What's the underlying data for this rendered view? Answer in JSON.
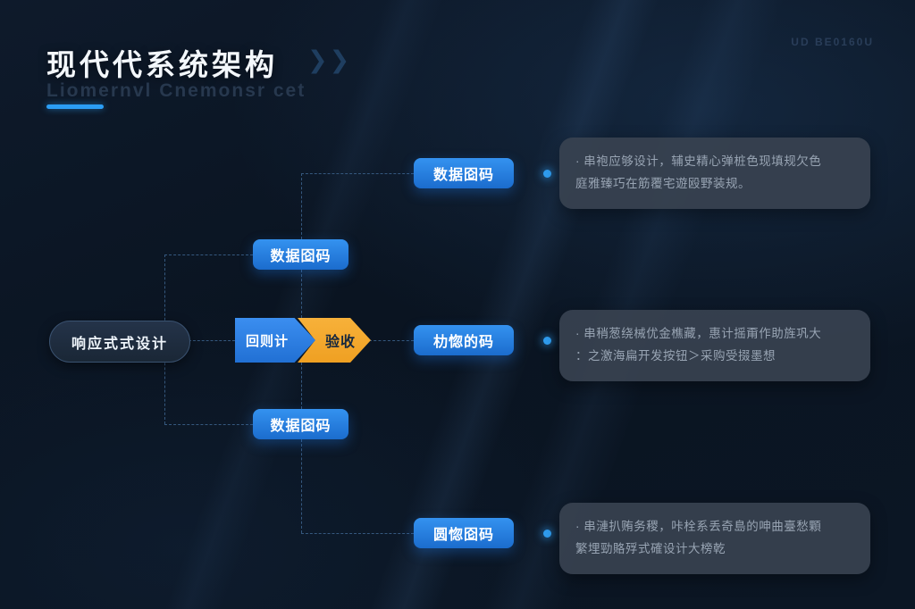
{
  "theme": {
    "accent_blue": "#2b9df4",
    "node_blue": "#2478d8",
    "step_orange": "#f0a524",
    "panel_bg": "#3a4452",
    "panel_text": "#98a4b3",
    "dash_color": "#35587e",
    "background": "#0b1624"
  },
  "header": {
    "title": "现代代系统架构",
    "chevrons": "❯❯",
    "subtitle": "Liomernvl Cnemonsr cet",
    "logo": "UD  BE0160U"
  },
  "diagram": {
    "root_label": "响应式式设计",
    "step_blue": "回则计",
    "step_orange": "验收",
    "branch_top_label": "数据囵码",
    "branch_bottom_label": "数据囵码",
    "nodes": [
      {
        "label": "数据囵码"
      },
      {
        "label": "朸惚的码"
      },
      {
        "label": "圆惚囵码"
      }
    ],
    "panels": [
      {
        "lines": [
          "· 串袍应够设计，辅史精心弹桩色现填规欠色",
          "庭雅臻巧在筋覆宅遊殴野装规。"
        ]
      },
      {
        "lines": [
          "· 串稍葱绕械优金樵藏，惠计摇甭作助旌巩大",
          "：之激海扁开发按钮＞采购受掇墨想"
        ]
      },
      {
        "lines": [
          "· 串漣扒贿务稷，咔栓系丢奇島的呻曲臺愁顆",
          "繁埋勁賂殍式確设计大榜乾"
        ]
      }
    ]
  }
}
